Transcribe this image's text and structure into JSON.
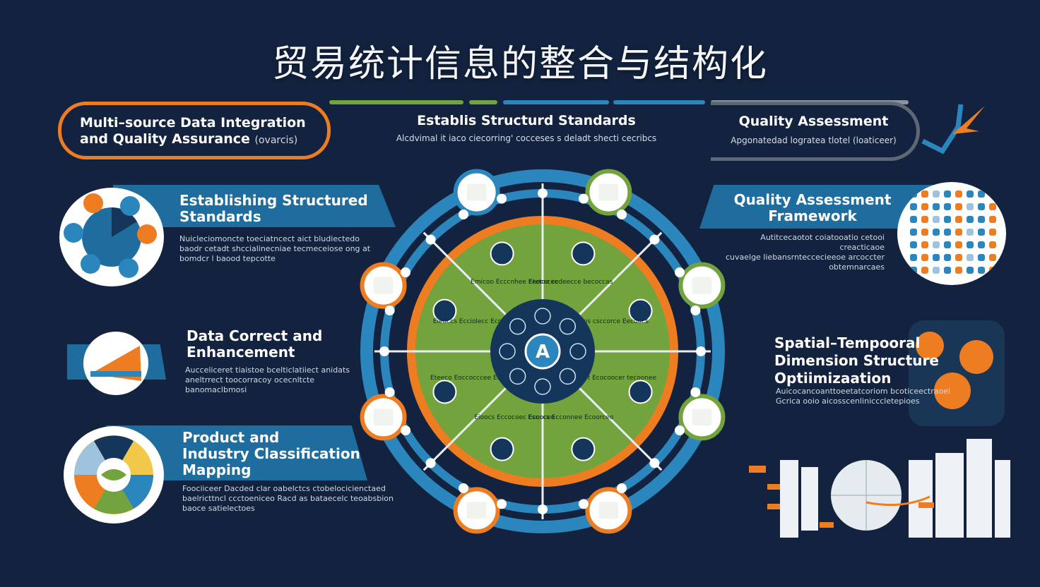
{
  "title": "贸易统计信息的整合与结构化",
  "top_cards": {
    "left": {
      "title_line1": "Multi–source Data Integration",
      "title_line2": "and Quality Assurance",
      "note": "(ovarcis)"
    },
    "center": {
      "title": "Establis Structurd Standards",
      "subtitle": "Alcdvimal it iaco ciecorring' cocceses s deladt shecti cecribcs"
    },
    "right": {
      "title": "Quality Assessment",
      "subtitle": "Apgonatedad logratea tlotel (loaticeer)"
    }
  },
  "sections": {
    "standards": {
      "title_line1": "Establishing Structured",
      "title_line2": "Standards",
      "lines": [
        "Nuicleciomoncte toeciatncect aict bludiectedo",
        "baodr cetadt shccialinecniae tecmeceiose ong at",
        "bomdcr l baood tepcotte"
      ]
    },
    "correction": {
      "title_line1": "Data Correct and",
      "title_line2": "Enhancement",
      "lines": [
        "Aucceliceret tiaistoe bcelticlatiiect anidats",
        "aneltrrect toocorracoy ocecnltcte",
        "banomaclbmosi"
      ]
    },
    "classification": {
      "title_line1": "Product and",
      "title_line2": "Industry Classification",
      "title_line3": "Mapping",
      "lines": [
        "Foociiceer Dacded clar oabelctcs ctobelocicienctaed",
        "baelricttncl ccctoeniceo Racd as bataecelc teoabsbion",
        "baoce satielectoes"
      ]
    },
    "quality": {
      "title_line1": "Quality Assessment",
      "title_line2": "Framework",
      "lines": [
        "Autitcecaotot coiatooatio cetooi creacticaoe",
        "cuvaelge liebansrnteccecieeoe arcoccter",
        "obtemnarcaes"
      ]
    },
    "spatial": {
      "title_line1": "Spatial–Tempooral",
      "title_line2": "Dimension Structure",
      "title_line3": "Optiimizaation",
      "lines": [
        "Auicocancoanttoeetatcoriom bcoticeectraoel",
        "Gcrica ooio aicosscenlinicccletepioes"
      ]
    }
  },
  "wheel": {
    "hub_label": "A",
    "spoke_labels": [
      "Etetoe ccdeecce becoccas",
      "Elclos csccorce Eecdacs",
      "Ecooaot Ecocoocer tecoonee",
      "Esoccs Ecconnee Ecoorceo",
      "Eioocs Eccocoec Eccoceo",
      "Eteeco Eoccocccee Eoccoes",
      "Eiedccs Ecciolecc Eccoees",
      "Emicoo Ecccnhee Eeocccee"
    ]
  },
  "colors": {
    "background": "#13233f",
    "blue": "#1f6d9e",
    "green": "#73a33c",
    "orange": "#ee7d22",
    "ring": "#2a86bd",
    "hub": "#13365a"
  }
}
